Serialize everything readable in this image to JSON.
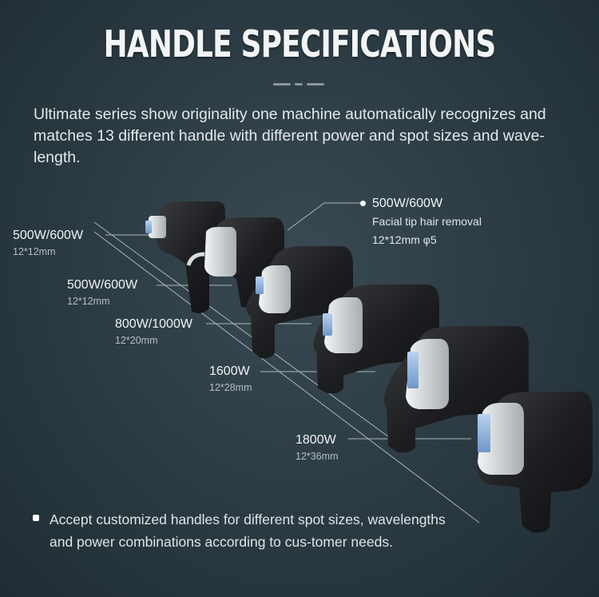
{
  "header": {
    "title": "HANDLE SPECIFICATIONS",
    "intro": "Ultimate series show originality one machine automatically recognizes and matches 13 different handle with different power and spot sizes and wave-length."
  },
  "handles": [
    {
      "power": "500W/600W",
      "spot": "12*12mm"
    },
    {
      "power": "500W/600W",
      "spot": "12*12mm"
    },
    {
      "power": "800W/1000W",
      "spot": "12*20mm"
    },
    {
      "power": "1600W",
      "spot": "12*28mm"
    },
    {
      "power": "1800W",
      "spot": "12*36mm"
    }
  ],
  "facial_tip": {
    "power": "500W/600W",
    "description": "Facial tip hair removal",
    "spot": "12*12mm φ5"
  },
  "footer_note": "Accept customized handles for different spot sizes, wavelengths and power combinations according to cus-tomer needs.",
  "colors": {
    "background": "#2b3a42",
    "handle_body": "#1c1d1f",
    "handle_face": "#d8dcde",
    "laser_window": "#8fb4e0"
  }
}
